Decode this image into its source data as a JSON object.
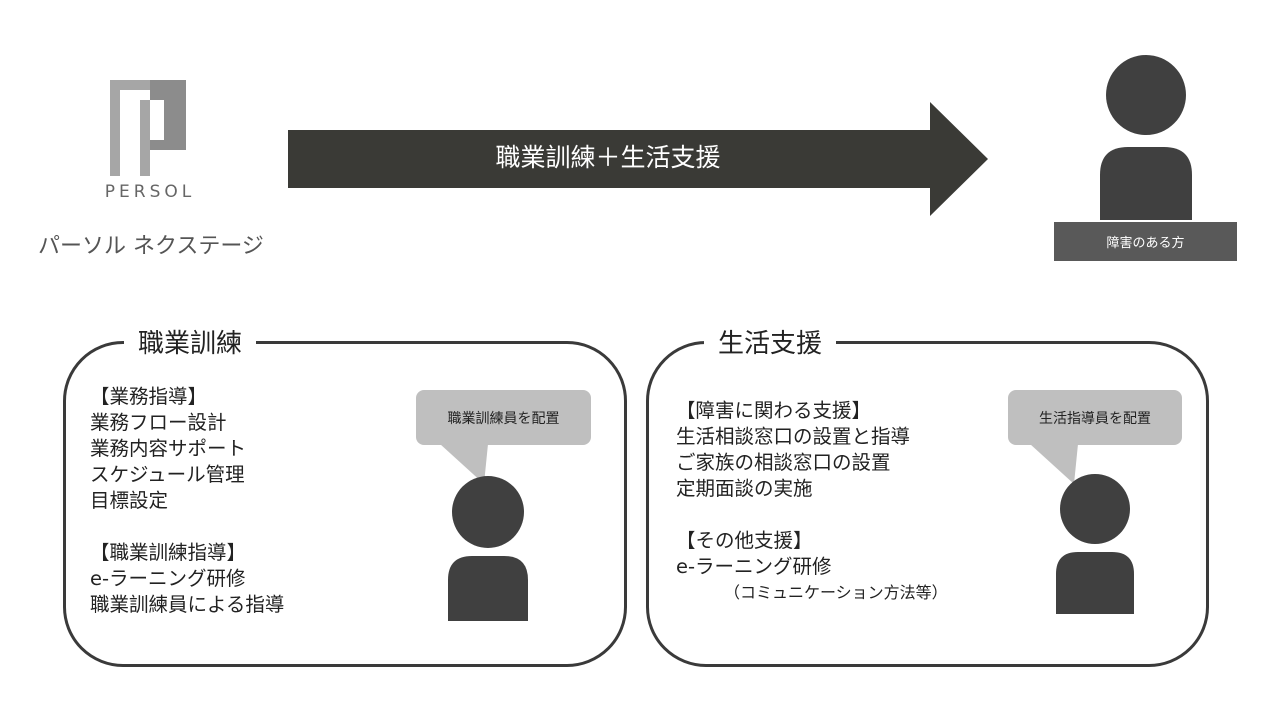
{
  "logo": {
    "wordmark": "PERSOL",
    "company": "パーソル ネクステージ"
  },
  "arrow": {
    "label": "職業訓練＋生活支援"
  },
  "recipient": {
    "label": "障害のある方"
  },
  "vocational": {
    "title": "職業訓練",
    "bubble": "職業訓練員を配置",
    "sections": [
      {
        "heading": "【業務指導】",
        "items": [
          "業務フロー設計",
          "業務内容サポート",
          "スケジュール管理",
          "目標設定"
        ]
      },
      {
        "heading": "【職業訓練指導】",
        "items": [
          "e-ラーニング研修",
          "職業訓練員による指導"
        ]
      }
    ]
  },
  "living": {
    "title": "生活支援",
    "bubble": "生活指導員を配置",
    "sections": [
      {
        "heading": "【障害に関わる支援】",
        "items": [
          "生活相談窓口の設置と指導",
          "ご家族の相談窓口の設置",
          "定期面談の実施"
        ]
      },
      {
        "heading": "【その他支援】",
        "items": [
          "e-ラーニング研修"
        ],
        "note": "（コミュニケーション方法等）"
      }
    ]
  },
  "colors": {
    "arrow": "#3a3a36",
    "person": "#404040",
    "label_bg": "#595959",
    "bubble": "#bfbfbf",
    "logo": "#a6a6a6"
  }
}
